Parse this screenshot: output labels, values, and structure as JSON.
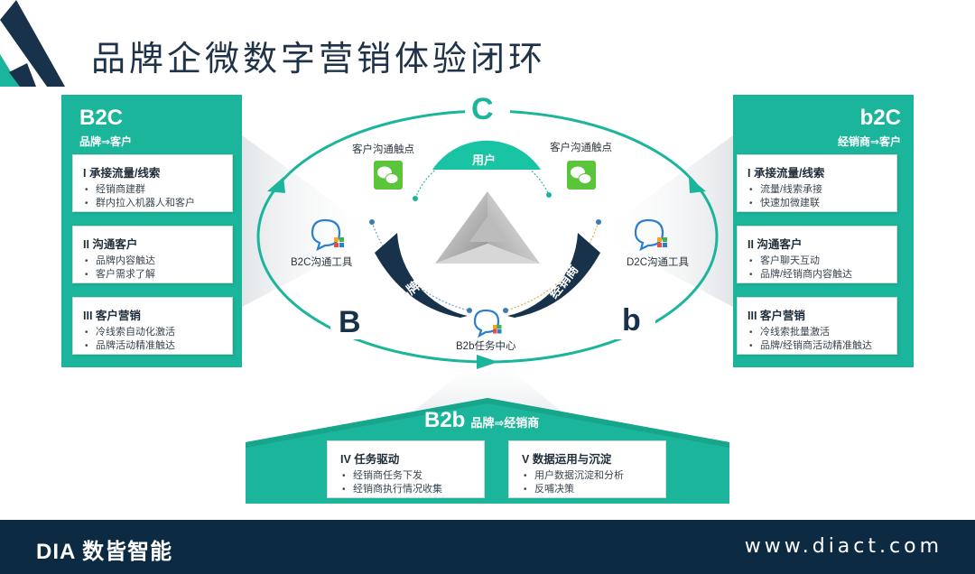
{
  "title": "品牌企微数字营销体验闭环",
  "colors": {
    "teal": "#1bb59b",
    "navy": "#1c3a55",
    "bright_teal": "#19c4a4",
    "footer": "#0d2a43"
  },
  "left_panel": {
    "heading": "B2C",
    "subheading": "品牌⇒客户",
    "cards": [
      {
        "title": "I 承接流量/线索",
        "items": [
          "经销商建群",
          "群内拉入机器人和客户"
        ]
      },
      {
        "title": "II 沟通客户",
        "items": [
          "品牌内容触达",
          "客户需求了解"
        ]
      },
      {
        "title": "III 客户营销",
        "items": [
          "冷线索自动化激活",
          "品牌活动精准触达"
        ]
      }
    ]
  },
  "right_panel": {
    "heading": "b2C",
    "subheading": "经销商⇒客户",
    "cards": [
      {
        "title": "I 承接流量/线索",
        "items": [
          "流量/线索承接",
          "快速加微建联"
        ]
      },
      {
        "title": "II 沟通客户",
        "items": [
          "客户聊天互动",
          "品牌/经销商内容触达"
        ]
      },
      {
        "title": "III 客户营销",
        "items": [
          "冷线索批量激活",
          "品牌/经销商活动精准触达"
        ]
      }
    ]
  },
  "bottom_panel": {
    "heading": "B2b",
    "subheading": "品牌⇒经销商",
    "cards": [
      {
        "title": "IV 任务驱动",
        "items": [
          "经销商任务下发",
          "经销商执行情况收集"
        ]
      },
      {
        "title": "V 数据运用与沉淀",
        "items": [
          "用户数据沉淀和分析",
          "反哺决策"
        ]
      }
    ]
  },
  "diagram": {
    "letter_c": "C",
    "letter_b_upper": "B",
    "letter_b_lower": "b",
    "user_label": "用户",
    "brand_label": "品牌",
    "dealer_label": "经销商",
    "touchpoint_left": "客户沟通触点",
    "touchpoint_right": "客户沟通触点",
    "tool_left": "B2C沟通工具",
    "tool_right": "D2C沟通工具",
    "task_center": "B2b任务中心"
  },
  "footer": {
    "brand": "DIA 数皆智能",
    "url": "www.diact.com"
  }
}
